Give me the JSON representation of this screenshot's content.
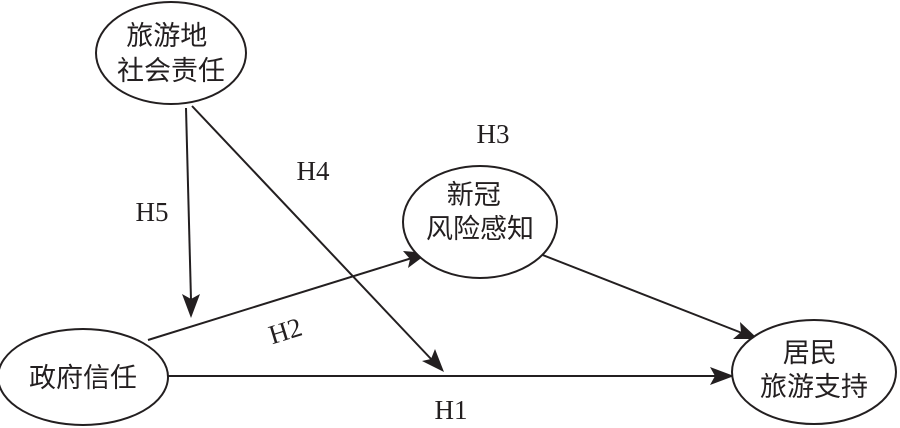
{
  "nodes": {
    "social_responsibility": {
      "lines": [
        "旅游地",
        "社会责任"
      ]
    },
    "covid_risk": {
      "lines": [
        "新冠",
        "风险感知"
      ]
    },
    "gov_trust": {
      "lines": [
        "政府信任"
      ]
    },
    "resident_support": {
      "lines": [
        "居民",
        "旅游支持"
      ]
    }
  },
  "edges": {
    "h1": {
      "label": "H1",
      "from": "gov_trust",
      "to": "resident_support"
    },
    "h2": {
      "label": "H2",
      "from": "gov_trust",
      "to": "covid_risk"
    },
    "h3": {
      "label": "H3",
      "from": "covid_risk",
      "to": "resident_support"
    },
    "h4": {
      "label": "H4",
      "from": "social_responsibility",
      "to": "h1-path"
    },
    "h5": {
      "label": "H5",
      "from": "social_responsibility",
      "to": "h2-path"
    }
  }
}
